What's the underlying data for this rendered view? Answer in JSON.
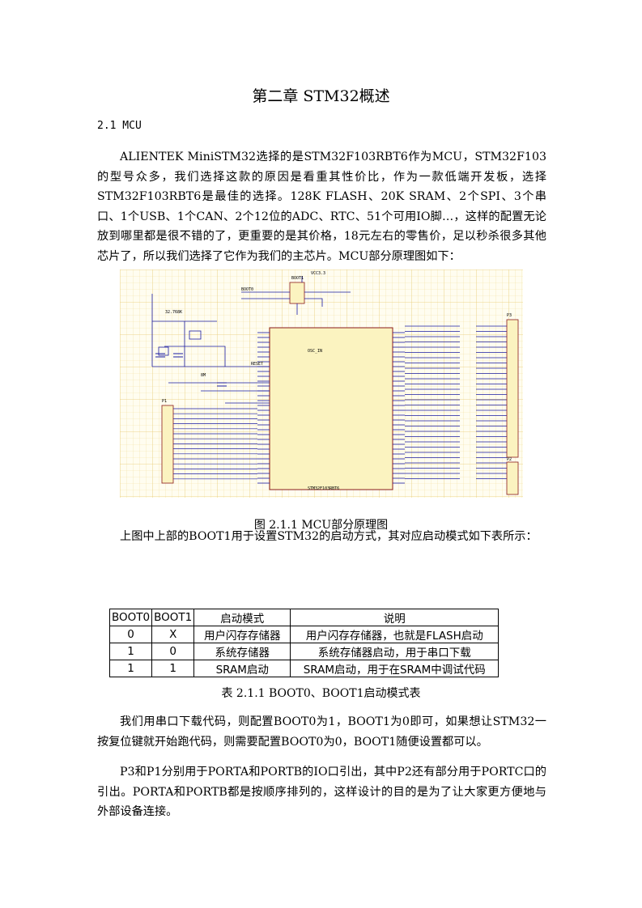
{
  "document": {
    "chapter_title": "第二章 STM32概述",
    "section_heading": "2.1 MCU",
    "paragraphs": [
      "ALIENTEK MiniSTM32选择的是STM32F103RBT6作为MCU，STM32F103的型号众多，我们选择这款的原因是看重其性价比，作为一款低端开发板，选择STM32F103RBT6是最佳的选择。128K FLASH、20K SRAM、2个SPI、3个串口、1个USB、1个CAN、2个12位的ADC、RTC、51个可用IO脚…，这样的配置无论放到哪里都是很不错的了，更重要的是其价格，18元左右的零售价，足以秒杀很多其他芯片了，所以我们选择了它作为我们的主芯片。MCU部分原理图如下：",
      "上图中上部的BOOT1用于设置STM32的启动方式，其对应启动模式如下表所示：",
      "我们用串口下载代码，则配置BOOT0为1，BOOT1为0即可，如果想让STM32一按复位键就开始跑代码，则需要配置BOOT0为0，BOOT1随便设置都可以。",
      "P3和P1分别用于PORTA和PORTB的IO口引出，其中P2还有部分用于PORTC口的引出。PORTA和PORTB都是按顺序排列的，这样设计的目的是为了让大家更方便地与外部设备连接。"
    ],
    "figure_caption": "图 2.1.1    MCU部分原理图",
    "table_caption": "表 2.1.1 BOOT0、BOOT1启动模式表"
  },
  "boot_table": {
    "headers": [
      "BOOT0",
      "BOOT1",
      "启动模式",
      "说明"
    ],
    "rows": [
      [
        "0",
        "X",
        "用户闪存存储器",
        "用户闪存存储器，也就是FLASH启动"
      ],
      [
        "1",
        "0",
        "系统存储器",
        "系统存储器启动，用于串口下载"
      ],
      [
        "1",
        "1",
        "SRAM启动",
        "SRAM启动，用于在SRAM中调试代码"
      ]
    ]
  },
  "schematic": {
    "chip_label": "STM32F103RBT6",
    "labels": [
      "BOOT0",
      "BOOT1",
      "RESET",
      "8M",
      "32.768K",
      "VCC3.3",
      "P1",
      "P2",
      "P3"
    ],
    "colors": {
      "grid": "#f2dfa0",
      "grid_major": "#e8cc7a",
      "wire": "#1a1aa0",
      "chip_fill": "#fbf3c0",
      "header_fill": "#fbf3c0"
    }
  }
}
